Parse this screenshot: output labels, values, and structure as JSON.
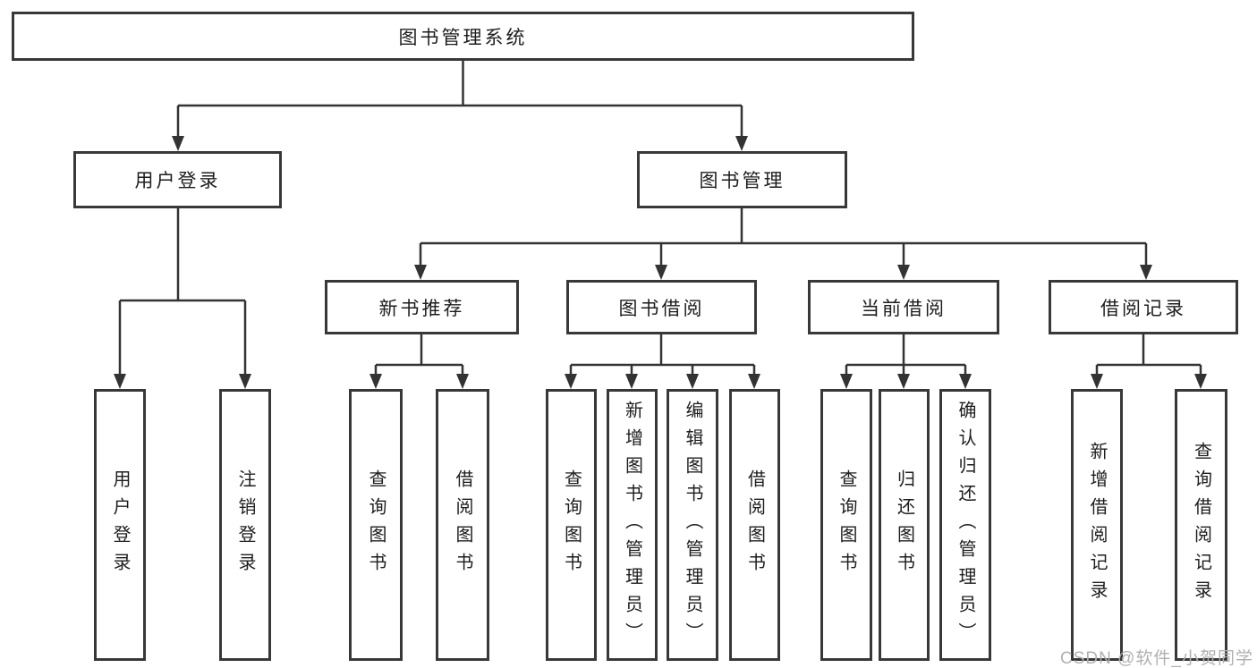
{
  "diagram": {
    "title": "图书管理系统",
    "branches": [
      {
        "label": "用户登录",
        "children": [
          {
            "label": "用户登录"
          },
          {
            "label": "注销登录"
          }
        ]
      },
      {
        "label": "图书管理",
        "children": [
          {
            "label": "新书推荐",
            "children": [
              {
                "label": "查询图书"
              },
              {
                "label": "借阅图书"
              }
            ]
          },
          {
            "label": "图书借阅",
            "children": [
              {
                "label": "查询图书"
              },
              {
                "label": "新增图书（管理员）"
              },
              {
                "label": "编辑图书（管理员）"
              },
              {
                "label": "借阅图书"
              }
            ]
          },
          {
            "label": "当前借阅",
            "children": [
              {
                "label": "查询图书"
              },
              {
                "label": "归还图书"
              },
              {
                "label": "确认归还（管理员）"
              }
            ]
          },
          {
            "label": "借阅记录",
            "children": [
              {
                "label": "新增借阅记录"
              },
              {
                "label": "查询借阅记录"
              }
            ]
          }
        ]
      }
    ]
  },
  "watermark": {
    "text": "CSDN @软件_小贺同学"
  },
  "colors": {
    "line": "#333333",
    "border": "#383838",
    "text": "#1d1d1d",
    "watermark": "#b0b0b0",
    "background": "#ffffff"
  }
}
